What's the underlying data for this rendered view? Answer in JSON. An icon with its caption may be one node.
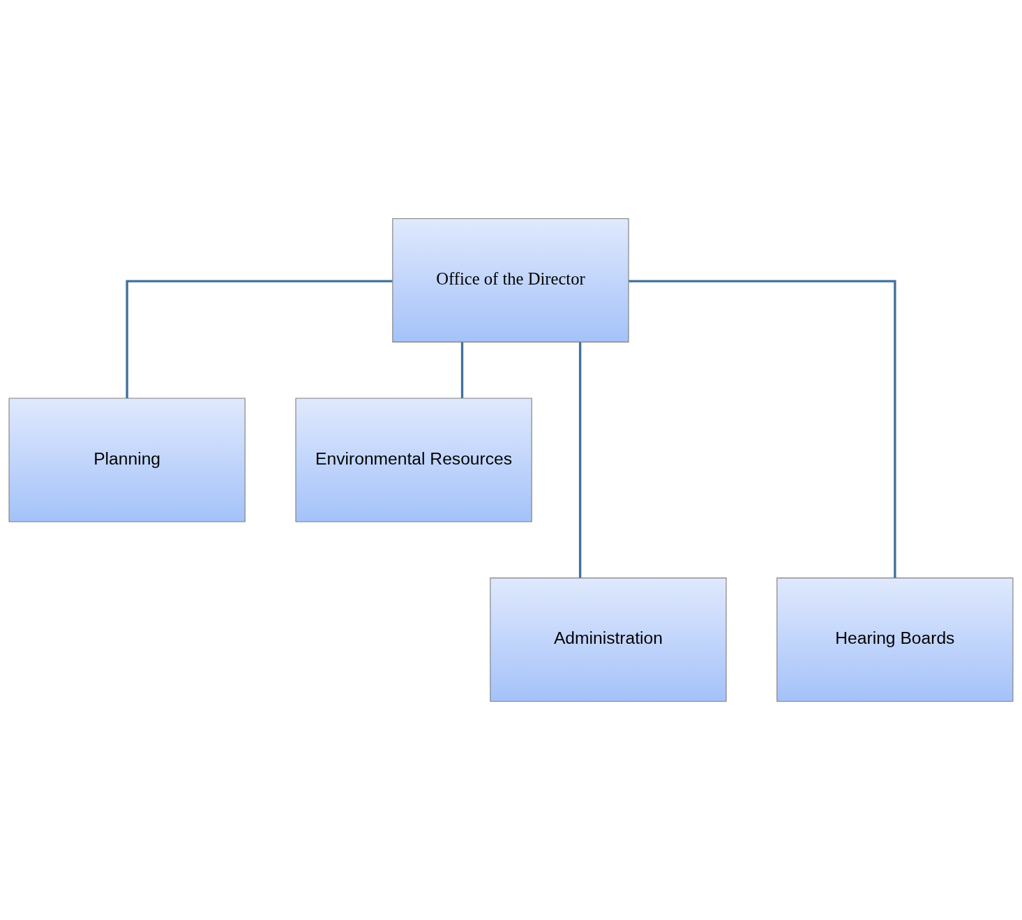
{
  "diagram": {
    "nodes": [
      {
        "text": [
          "Office of the Director"
        ]
      },
      {
        "text": [
          "Planning"
        ]
      },
      {
        "text": [
          "Environmental Resources"
        ]
      },
      {
        "text": [
          "Administration"
        ]
      },
      {
        "text": [
          "Hearing Boards"
        ]
      }
    ],
    "edges": [
      {
        "from": 0,
        "to": 1,
        "arrow": "none"
      },
      {
        "from": 0,
        "to": 2,
        "arrow": "none"
      },
      {
        "from": 0,
        "to": 3,
        "arrow": "none"
      },
      {
        "from": 0,
        "to": 4,
        "arrow": "none"
      }
    ]
  }
}
